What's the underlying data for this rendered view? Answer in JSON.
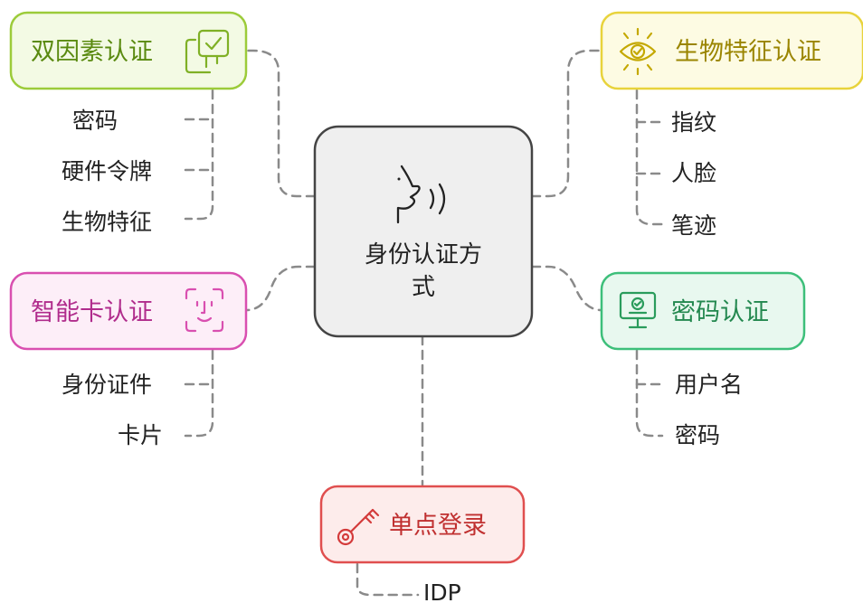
{
  "center": {
    "line1": "身份认证方",
    "line2": "式"
  },
  "branches": {
    "two_factor": {
      "label": "双因素认证",
      "icon": "checklist-icon",
      "color": "#9ccb3a",
      "fill": "#f3fae4",
      "children": [
        "密码",
        "硬件令牌",
        "生物特征"
      ]
    },
    "biometric": {
      "label": "生物特征认证",
      "icon": "eye-check-icon",
      "color": "#e8d33c",
      "fill": "#fdfbe3",
      "children": [
        "指纹",
        "人脸",
        "笔迹"
      ]
    },
    "smart_card": {
      "label": "智能卡认证",
      "icon": "face-scan-icon",
      "color": "#d94fb0",
      "fill": "#fdeef8",
      "children": [
        "身份证件",
        "卡片"
      ]
    },
    "password": {
      "label": "密码认证",
      "icon": "monitor-check-icon",
      "color": "#3dbf7a",
      "fill": "#e8f8ef",
      "children": [
        "用户名",
        "密码"
      ]
    },
    "sso": {
      "label": "单点登录",
      "icon": "key-icon",
      "color": "#e04f4f",
      "fill": "#fdeceb",
      "children": [
        "IDP"
      ]
    }
  },
  "colors": {
    "center_stroke": "#444444",
    "center_fill": "#efefef",
    "connector": "#8a8a8a"
  }
}
